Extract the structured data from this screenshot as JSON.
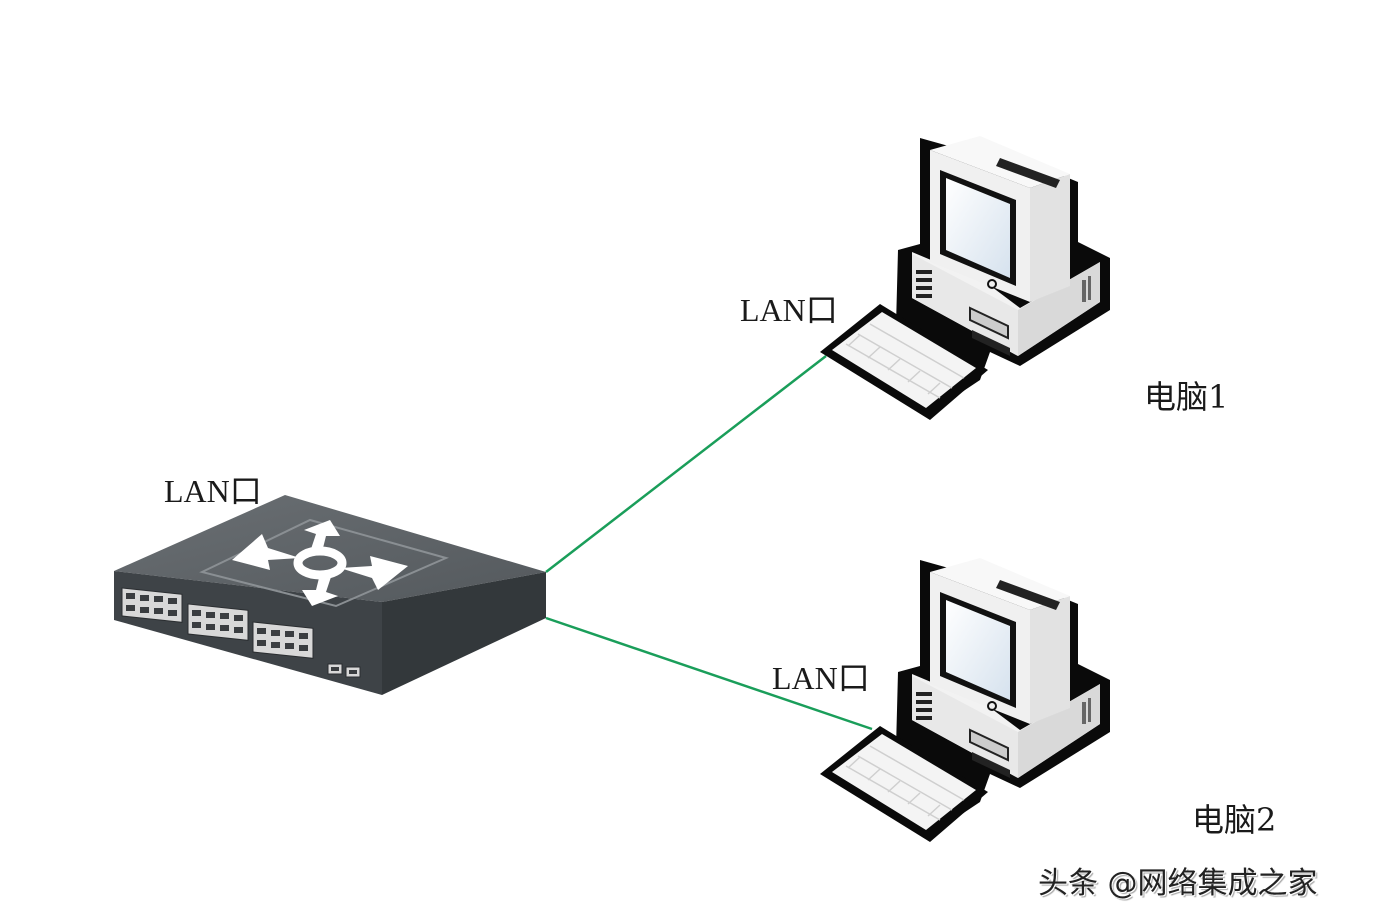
{
  "diagram": {
    "switch": {
      "label": "LAN口",
      "name": "switch"
    },
    "computers": [
      {
        "name": "电脑1",
        "port_label": "LAN口"
      },
      {
        "name": "电脑2",
        "port_label": "LAN口"
      }
    ],
    "links": [
      {
        "from": "switch",
        "to": "电脑1",
        "color": "#1a9e5a"
      },
      {
        "from": "switch",
        "to": "电脑2",
        "color": "#1a9e5a"
      }
    ]
  },
  "watermark": "头条 @网络集成之家"
}
